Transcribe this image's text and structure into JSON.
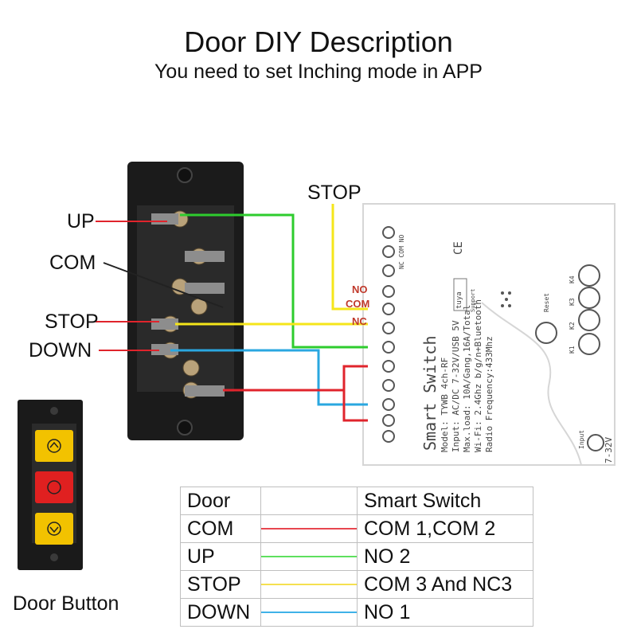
{
  "header": {
    "title": "Door DIY Description",
    "subtitle": "You need to set Inching mode in APP"
  },
  "door_terminal": {
    "labels": [
      "UP",
      "COM",
      "STOP",
      "DOWN"
    ]
  },
  "wire_labels": {
    "stop_top": "STOP",
    "no": "NO",
    "com": "COM",
    "nc": "NC"
  },
  "smart_switch": {
    "title": "Smart Switch",
    "model": "Model: TYWB 4ch-RF",
    "input": "Input: AC/DC 7-32V/USB 5V",
    "max_load": "Max.load: 10A/Gang,16A/Total",
    "wifi": "Wi-Fi: 2.4Ghz b/g/n+Bluetooth",
    "radio": "Radio Frequency:433Mhz",
    "terminal_label": "NC COM NO",
    "reset": "Reset",
    "keys": [
      "K1",
      "K2",
      "K3",
      "K4"
    ],
    "input_label": "Input",
    "voltage": "7-32V",
    "ce_mark": "CE",
    "brand": "tuya",
    "support": "Support"
  },
  "door_button": {
    "caption": "Door Button",
    "buttons": [
      {
        "color": "#f2c200",
        "symbol": "up-arrow"
      },
      {
        "color": "#e02020",
        "symbol": "stop"
      },
      {
        "color": "#f2c200",
        "symbol": "down-arrow"
      }
    ]
  },
  "legend": {
    "header": [
      "Door",
      "",
      "Smart Switch"
    ],
    "rows": [
      {
        "door": "COM",
        "color": "#e8464f",
        "switch": "COM 1,COM 2"
      },
      {
        "door": "UP",
        "color": "#5ee05e",
        "switch": "NO 2"
      },
      {
        "door": "STOP",
        "color": "#f5e050",
        "switch": "COM 3 And NC3"
      },
      {
        "door": "DOWN",
        "color": "#3fb2e8",
        "switch": "NO 1"
      }
    ]
  },
  "colors": {
    "red": "#e0242c",
    "green": "#2ecc2e",
    "yellow": "#f5e61a",
    "blue": "#2aa7e0",
    "dark_red_wire": "#b01818"
  }
}
